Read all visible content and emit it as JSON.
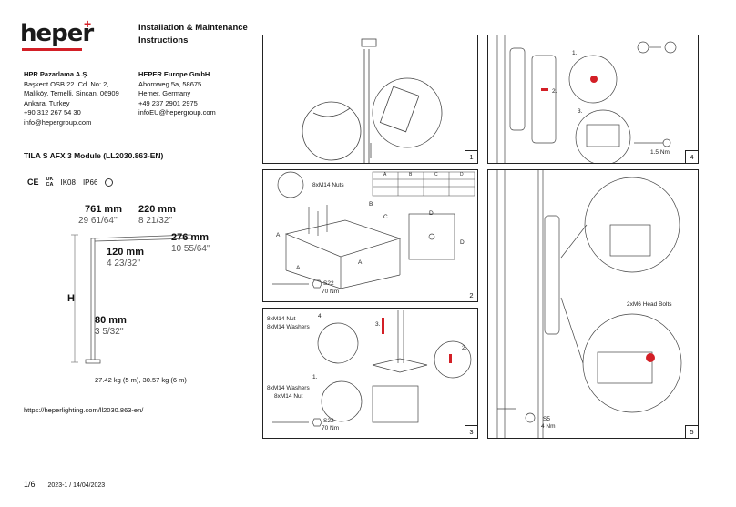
{
  "brand": {
    "logo": "heper",
    "accent": "#d31f26"
  },
  "doc_title": "Installation & Maintenance Instructions",
  "addresses": [
    {
      "name": "HPR Pazarlama A.Ş.",
      "lines": [
        "Başkent OSB 22. Cd. No: 2,",
        "Malıköy, Temelli, Sincan, 06909",
        "Ankara, Turkey",
        "+90 312 267 54 30",
        "info@hepergroup.com"
      ]
    },
    {
      "name": "HEPER Europe GmbH",
      "lines": [
        "Ahornweg 5a, 58675",
        "Hemer, Germany",
        "+49 237 2901 2975",
        "infoEU@hepergroup.com"
      ]
    }
  ],
  "model": "TILA S AFX 3 Module (LL2030.863-EN)",
  "certs": {
    "ce": "CE",
    "ukca_top": "UK",
    "ukca_bottom": "CA",
    "ik": "IK08",
    "ip": "IP66"
  },
  "dimensions": {
    "d1_mm": "761 mm",
    "d1_in": "29 61/64''",
    "d2_mm": "220 mm",
    "d2_in": "8 21/32''",
    "d3_mm": "276 mm",
    "d3_in": "10 55/64''",
    "d4_mm": "120 mm",
    "d4_in": "4 23/32''",
    "d5_mm": "80 mm",
    "d5_in": "3 5/32''",
    "height": "H"
  },
  "weight": "27.42 kg (5 m), 30.57 kg (6 m)",
  "url": "https://heperlighting.com/ll2030.863-en/",
  "footer": {
    "page": "1/6",
    "date": "2023-1 / 14/04/2023"
  },
  "panels": {
    "p1": {
      "num": "1"
    },
    "p2": {
      "num": "2",
      "nuts": "8xM14 Nuts",
      "wrench": "S22",
      "torque": "70 Nm",
      "table_cols": [
        "A",
        "B",
        "C",
        "D"
      ],
      "A": "A",
      "B": "B",
      "C": "C",
      "D": "D"
    },
    "p3": {
      "num": "3",
      "s4": "4.",
      "s4_text1": "8xM14 Nut",
      "s4_text2": "8xM14 Washers",
      "s3": "3.",
      "s2": "2.",
      "s1": "1.",
      "s1_text1": "8xM14 Washers",
      "s1_text2": "8xM14 Nut",
      "wrench": "S22",
      "torque": "70 Nm"
    },
    "p4": {
      "num": "4",
      "s1": "1.",
      "s2": "2.",
      "s3": "3.",
      "tool": "1.5 Nm"
    },
    "p5": {
      "num": "5",
      "bolts": "2xM6 Head Bolts",
      "wrench": "S5",
      "torque": "4 Nm"
    }
  }
}
